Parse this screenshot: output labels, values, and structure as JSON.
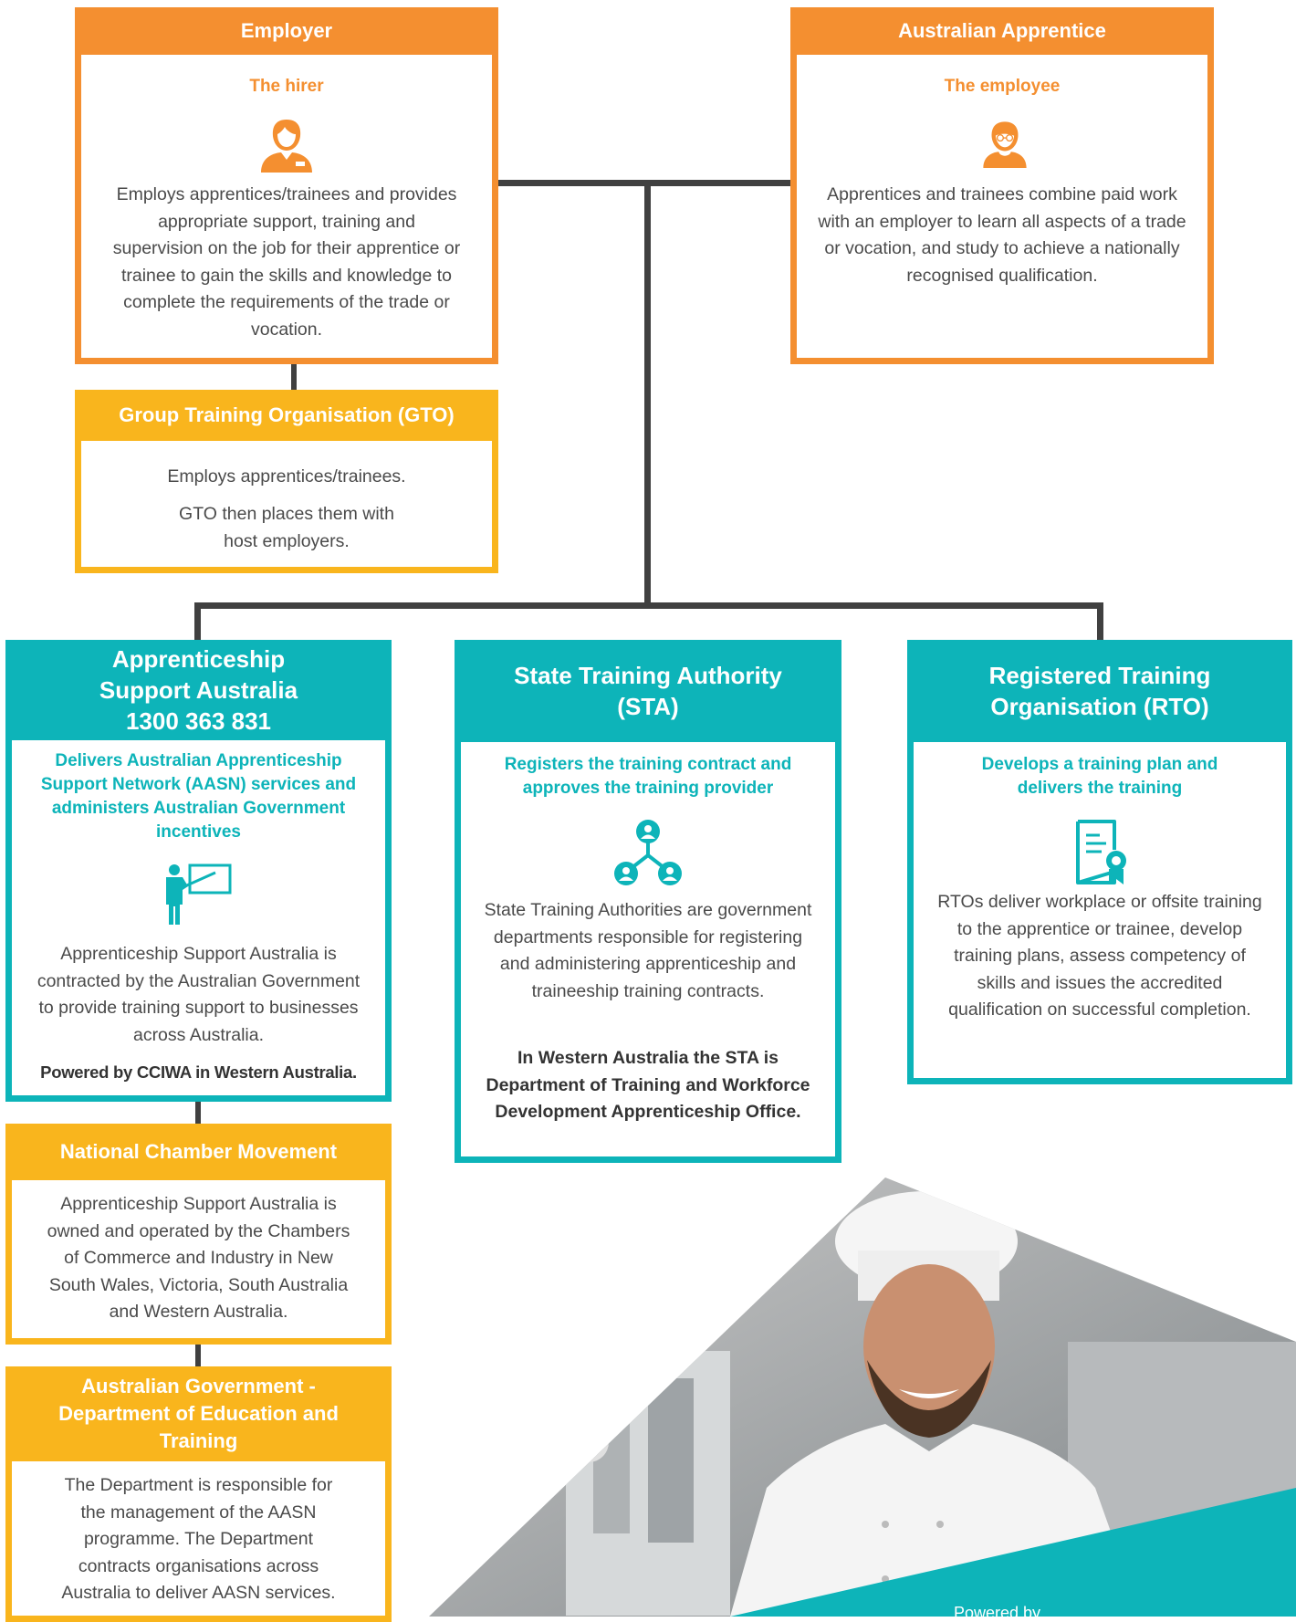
{
  "colors": {
    "orange": "#f48f30",
    "yellow": "#f9b51d",
    "teal": "#0db4b9",
    "connector": "#404040"
  },
  "employer": {
    "title": "Employer",
    "subtitle": "The hirer",
    "icon": "employer-person-icon",
    "description": "Employs apprentices/trainees and provides appropriate support, training and supervision on the job for their apprentice or trainee to gain the skills and knowledge to complete the requirements of the trade or vocation."
  },
  "apprentice": {
    "title": "Australian Apprentice",
    "subtitle": "The employee",
    "icon": "apprentice-person-icon",
    "description": "Apprentices and trainees combine paid work with an employer to learn all aspects of a trade or vocation, and study to achieve a nationally recognised qualification."
  },
  "gto": {
    "title": "Group Training Organisation (GTO)",
    "line1": "Employs apprentices/trainees.",
    "line2": "GTO then places them with host employers."
  },
  "asa": {
    "title": "Apprenticeship Support Australia 1300 363 831",
    "subtitle": "Delivers Australian Apprenticeship Support Network (AASN) services and administers Australian Government incentives",
    "icon": "presenter-board-icon",
    "description": "Apprenticeship Support Australia is contracted by the Australian Government to provide training support to businesses across Australia.",
    "note": "Powered by CCIWA in Western Australia."
  },
  "sta": {
    "title": "State Training Authority (STA)",
    "subtitle": "Registers the training contract and approves the training provider",
    "icon": "network-people-icon",
    "description": "State Training Authorities are government departments responsible for registering and administering apprenticeship and traineeship training contracts.",
    "note": "In Western Australia the STA is Department of Training and Workforce Development Apprenticeship Office."
  },
  "rto": {
    "title": "Registered Training Organisation (RTO)",
    "subtitle": "Develops a training plan and delivers the training",
    "icon": "certificate-icon",
    "description": "RTOs deliver workplace or offsite training to the apprentice or trainee, develop training plans, assess competency of skills and issues the accredited qualification on successful completion."
  },
  "chamber": {
    "title": "National Chamber Movement",
    "description": "Apprenticeship Support Australia is owned and operated by the Chambers of Commerce and Industry in New South Wales, Victoria, South Australia and Western Australia."
  },
  "department": {
    "title": "Australian Government - Department of Education and Training",
    "description": "The Department is responsible for the management of the AASN programme. The Department contracts organisations across Australia to deliver AASN services."
  },
  "footer": {
    "powered_by": "Powered by"
  }
}
